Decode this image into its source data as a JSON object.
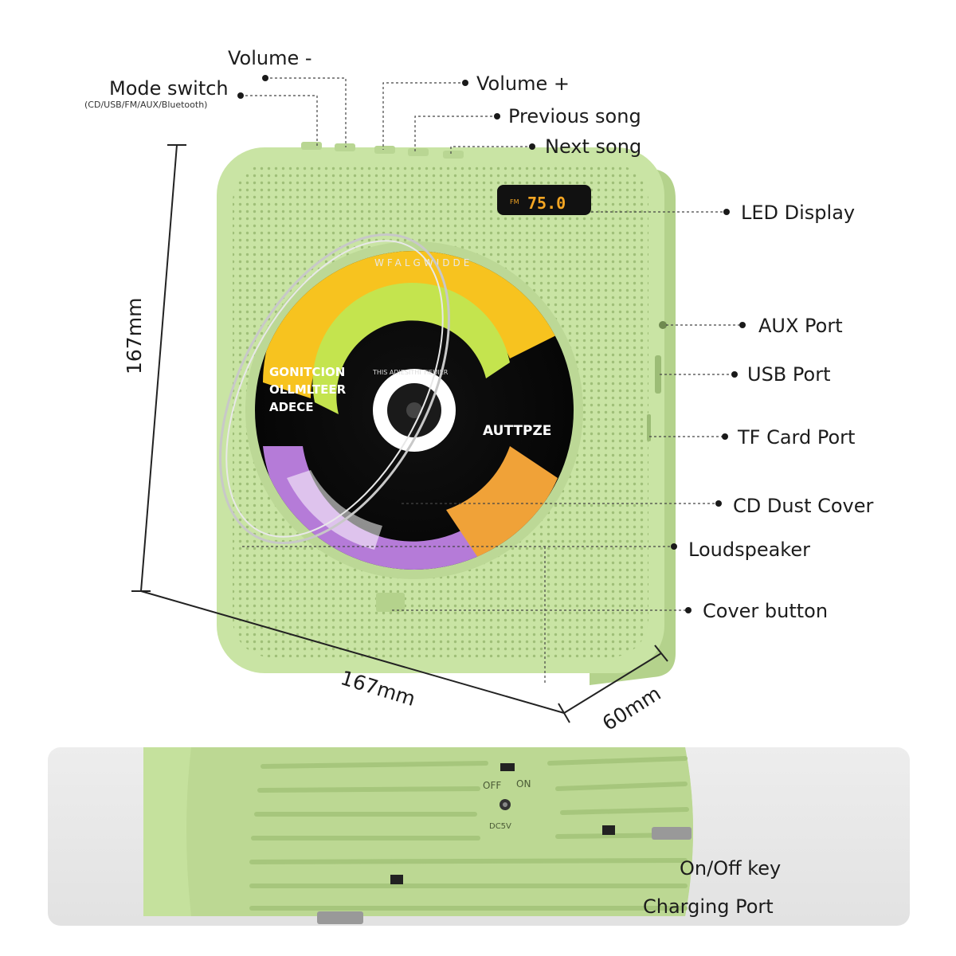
{
  "callouts": {
    "volume_minus": "Volume -",
    "mode_switch": "Mode switch",
    "mode_switch_sub": "(CD/USB/FM/AUX/Bluetooth)",
    "volume_plus": "Volume +",
    "previous_song": "Previous song",
    "next_song": "Next song",
    "led_display": "LED Display",
    "aux_port": "AUX Port",
    "usb_port": "USB Port",
    "tf_card_port": "TF Card Port",
    "cd_dust_cover": "CD Dust Cover",
    "loudspeaker": "Loudspeaker",
    "cover_button": "Cover button",
    "on_off_key": "On/Off key",
    "charging_port": "Charging Port"
  },
  "dimensions": {
    "height": "167mm",
    "width": "167mm",
    "depth": "60mm"
  },
  "device": {
    "display_mode": "FM",
    "display_value": "75.0",
    "disc_brand": "WFALGWIDDE",
    "disc_title_1": "GONITCION",
    "disc_title_2": "OLLMLTEER",
    "disc_title_3": "ADECE",
    "disc_tracklist": "THIS ADIESITHI TIEUIER",
    "disc_logo": "AUTTPZE",
    "switch_off": "OFF",
    "switch_on": "ON",
    "dc_label": "DC5V"
  },
  "colors": {
    "body_green": "#c9e4a4",
    "body_green_dark": "#b6d48d",
    "led_digits": "#f5a623",
    "bottom_panel": "#e7e7e7"
  }
}
